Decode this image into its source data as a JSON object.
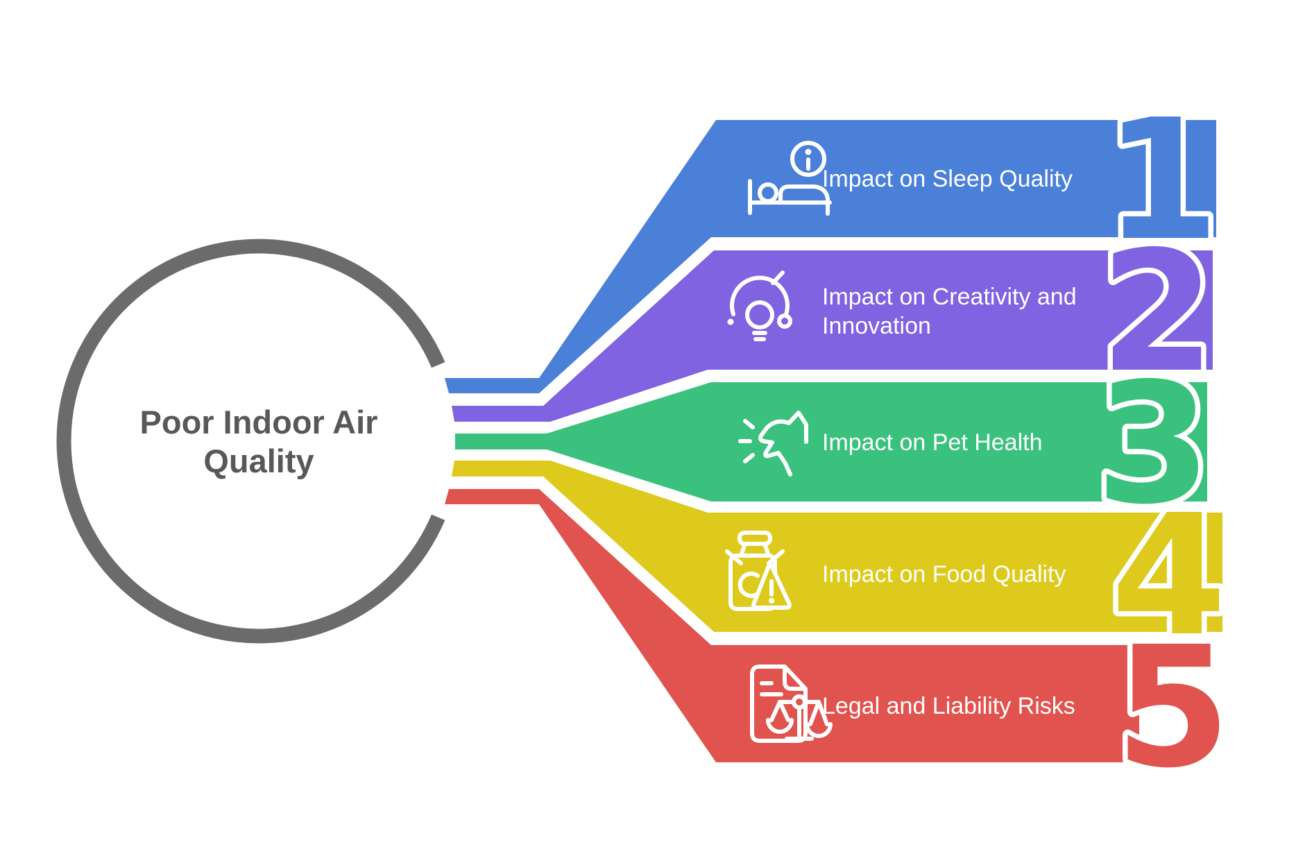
{
  "title": {
    "line1": "Poor Indoor Air",
    "line2": "Quality"
  },
  "center_topic": "Poor Indoor Air Quality",
  "colors": {
    "background": "#ffffff",
    "ring": "#6b6b6b",
    "title_text": "#58585a",
    "label_text": "#ffffff",
    "number_outline": "#ffffff"
  },
  "items": [
    {
      "number": "1",
      "label": "Impact on Sleep Quality",
      "label_line2": "",
      "color": "#4a80d8",
      "icon": "sleep-bed-info-icon"
    },
    {
      "number": "2",
      "label": "Impact on Creativity and",
      "label_line2": "Innovation",
      "color": "#7f63e0",
      "icon": "lightbulb-gauge-icon"
    },
    {
      "number": "3",
      "label": "Impact on Pet Health",
      "label_line2": "",
      "color": "#3bc17e",
      "icon": "barking-dog-icon"
    },
    {
      "number": "4",
      "label": "Impact on Food Quality",
      "label_line2": "",
      "color": "#ddca1d",
      "icon": "food-jar-warning-icon"
    },
    {
      "number": "5",
      "label": "Legal and Liability Risks",
      "label_line2": "",
      "color": "#e0534f",
      "icon": "document-scales-icon"
    }
  ]
}
